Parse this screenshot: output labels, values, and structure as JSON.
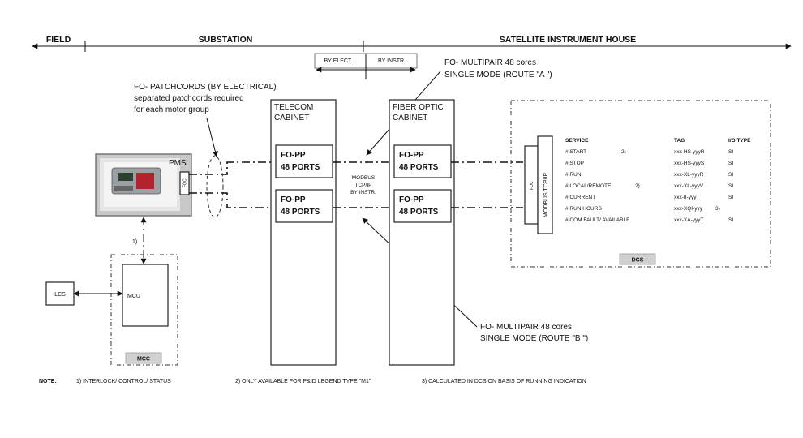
{
  "headers": {
    "field": "FIELD",
    "substation": "SUBSTATION",
    "satellite": "SATELLITE INSTRUMENT HOUSE"
  },
  "split": {
    "by_elect": "BY ELECT.",
    "by_instr": "BY INSTR."
  },
  "route_a": {
    "line1": "FO- MULTIPAIR 48 cores",
    "line2": "SINGLE MODE (ROUTE \"A \")"
  },
  "route_b": {
    "line1": "FO- MULTIPAIR 48 cores",
    "line2": "SINGLE MODE (ROUTE \"B \")"
  },
  "patchcords": {
    "line1": "FO- PATCHCORDS (BY ELECTRICAL)",
    "line2": "separated patchcords required",
    "line3": "for each motor group"
  },
  "pms": {
    "label": "PMS",
    "foc": "FOC"
  },
  "telecom": {
    "line1": "TELECOM",
    "line2": "CABINET"
  },
  "fiber": {
    "line1": "FIBER OPTIC",
    "line2": "CABINET"
  },
  "fopp": {
    "line1": "FO-PP",
    "line2": "48 PORTS"
  },
  "modbus_mid": {
    "line1": "MODBUS",
    "line2": "TCP/IP",
    "line3": "BY INSTR."
  },
  "dcs": {
    "foc": "FOC",
    "modbus": "MODBUS TCP/IP",
    "label": "DCS",
    "headers": {
      "service": "SERVICE",
      "tag": "TAG",
      "io": "I/O TYPE"
    },
    "rows": [
      {
        "service": "# START",
        "note": "2)",
        "tag": "xxx-HS-yyyR",
        "io": "SI"
      },
      {
        "service": "# STOP",
        "note": "",
        "tag": "xxx-HS-yyyS",
        "io": "SI"
      },
      {
        "service": "# RUN",
        "note": "",
        "tag": "xxx-XL-yyyR",
        "io": "SI"
      },
      {
        "service": "# LOCAL/REMOTE",
        "note": "2)",
        "tag": "xxx-XL-yyyV",
        "io": "SI"
      },
      {
        "service": "# CURRENT",
        "note": "",
        "tag": "xxx-II-yyy",
        "io": "SI"
      },
      {
        "service": "# RUN HOURS",
        "note": "",
        "tag": "xxx-XQI-yyy",
        "tag_note": "3)",
        "io": ""
      },
      {
        "service": "# COM FAULT/ AVAILABLE",
        "note": "",
        "tag": "xxx-XA-yyyT",
        "io": "SI"
      }
    ]
  },
  "interlock_marker": "1)",
  "lcs": "LCS",
  "mcu": "MCU",
  "mcc": "MCC",
  "notes": {
    "label": "NOTE:",
    "n1": "1)   INTERLOCK/ CONTROL/ STATUS",
    "n2": "2)   ONLY AVAILABLE FOR P&ID LEGEND TYPE \"M1\"",
    "n3": "3)   CALCULATED IN DCS ON BASIS OF RUNNING INDICATION"
  }
}
